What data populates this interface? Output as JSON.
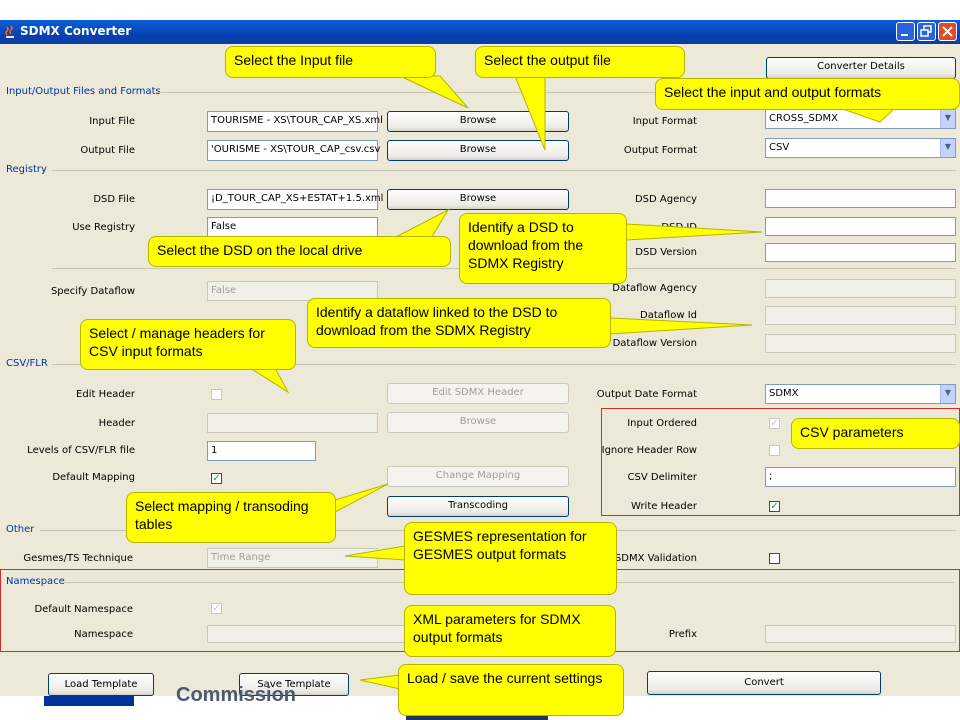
{
  "window": {
    "title": "SDMX Converter"
  },
  "top_button": "Converter Details",
  "sections": {
    "io": "Input/Output Files and Formats",
    "registry": "Registry",
    "csv": "CSV/FLR",
    "other": "Other",
    "namespace": "Namespace"
  },
  "io": {
    "input_file_label": "Input File",
    "input_file_value": "TOURISME - XS\\TOUR_CAP_XS.xml",
    "output_file_label": "Output File",
    "output_file_value": "'OURISME - XS\\TOUR_CAP_csv.csv",
    "browse": "Browse",
    "input_format_label": "Input Format",
    "input_format_value": "CROSS_SDMX",
    "output_format_label": "Output Format",
    "output_format_value": "CSV"
  },
  "registry": {
    "dsd_file_label": "DSD File",
    "dsd_file_value": "¡D_TOUR_CAP_XS+ESTAT+1.5.xml",
    "browse": "Browse",
    "use_registry_label": "Use Registry",
    "use_registry_value": "False",
    "dsd_agency_label": "DSD Agency",
    "dsd_id_label": "DSD ID",
    "dsd_version_label": "DSD Version",
    "specify_dataflow_label": "Specify Dataflow",
    "specify_dataflow_value": "False",
    "dataflow_agency_label": "Dataflow Agency",
    "dataflow_id_label": "Dataflow Id",
    "dataflow_version_label": "Dataflow Version"
  },
  "csv": {
    "edit_header_label": "Edit Header",
    "edit_sdmx_header_button": "Edit SDMX Header",
    "header_label": "Header",
    "browse": "Browse",
    "levels_label": "Levels of CSV/FLR file",
    "levels_value": "1",
    "default_mapping_label": "Default Mapping",
    "change_mapping_button": "Change Mapping",
    "transcoding_button": "Transcoding",
    "output_date_format_label": "Output Date Format",
    "output_date_format_value": "SDMX",
    "input_ordered_label": "Input Ordered",
    "ignore_header_row_label": "Ignore Header Row",
    "csv_delimiter_label": "CSV Delimiter",
    "csv_delimiter_value": ";",
    "write_header_label": "Write Header"
  },
  "other": {
    "gesmes_label": "Gesmes/TS Technique",
    "gesmes_value": "Time Range",
    "sdmx_validation_label": "SDMX Validation"
  },
  "namespace": {
    "default_namespace_label": "Default Namespace",
    "namespace_label": "Namespace",
    "prefix_label": "Prefix"
  },
  "bottom": {
    "load_template": "Load Template",
    "save_template": "Save Template",
    "convert": "Convert"
  },
  "callouts": {
    "input_file": "Select the Input file",
    "output_file": "Select the output file",
    "formats": "Select the input and  output formats",
    "dsd_local": "Select the DSD on the local drive",
    "dsd_registry": "Identify a DSD to download from the SDMX Registry",
    "dataflow": "Identify a dataflow linked to the DSD to download from the SDMX Registry",
    "headers": "Select / manage headers for CSV input formats",
    "csv_params": "CSV parameters",
    "mapping": "Select mapping / transoding tables",
    "gesmes": "GESMES representation for GESMES output formats",
    "xml": "XML parameters for SDMX output formats",
    "template": "Load / save the current settings"
  },
  "branding": {
    "text": "Commission"
  },
  "colors": {
    "callout": "#ffff00",
    "section_text": "#0033a0",
    "titlebar": "#0a5fd8",
    "highlight_box": "#d0302c"
  }
}
